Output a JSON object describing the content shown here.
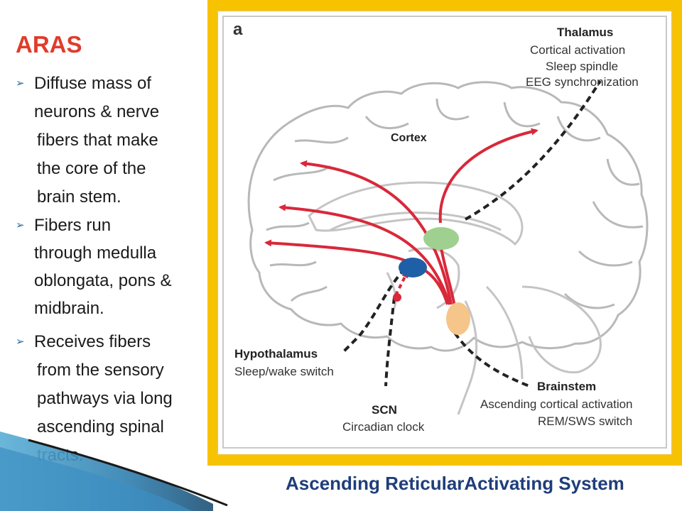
{
  "slide": {
    "title": "ARAS",
    "bullets": [
      {
        "lines": [
          "Diffuse mass of",
          "neurons & nerve",
          "fibers that make",
          "the core of the",
          "brain stem."
        ]
      },
      {
        "lines": [
          "Fibers run",
          "through medulla",
          "oblongata, pons &",
          "midbrain."
        ]
      },
      {
        "lines": [
          "Receives fibers",
          "from the sensory",
          "pathways via long",
          "ascending spinal",
          "tracts."
        ]
      }
    ],
    "caption": "Ascending ReticularActivating System"
  },
  "figure": {
    "panel_label": "a",
    "thalamus": {
      "name": "Thalamus",
      "functions": [
        "Cortical activation",
        "Sleep spindle",
        "EEG synchronization"
      ]
    },
    "cortex": "Cortex",
    "hypothalamus": {
      "name": "Hypothalamus",
      "function": "Sleep/wake switch"
    },
    "scn": {
      "name": "SCN",
      "function": "Circadian clock"
    },
    "brainstem": {
      "name": "Brainstem",
      "functions": [
        "Ascending cortical activation",
        "REM/SWS switch"
      ]
    },
    "colors": {
      "thalamus": "#9fd08f",
      "hypothalamus": "#1f5fa8",
      "scn": "#d9283a",
      "brainstem": "#f5c58a",
      "pathway": "#d9283a",
      "frame": "#f7c200"
    }
  }
}
